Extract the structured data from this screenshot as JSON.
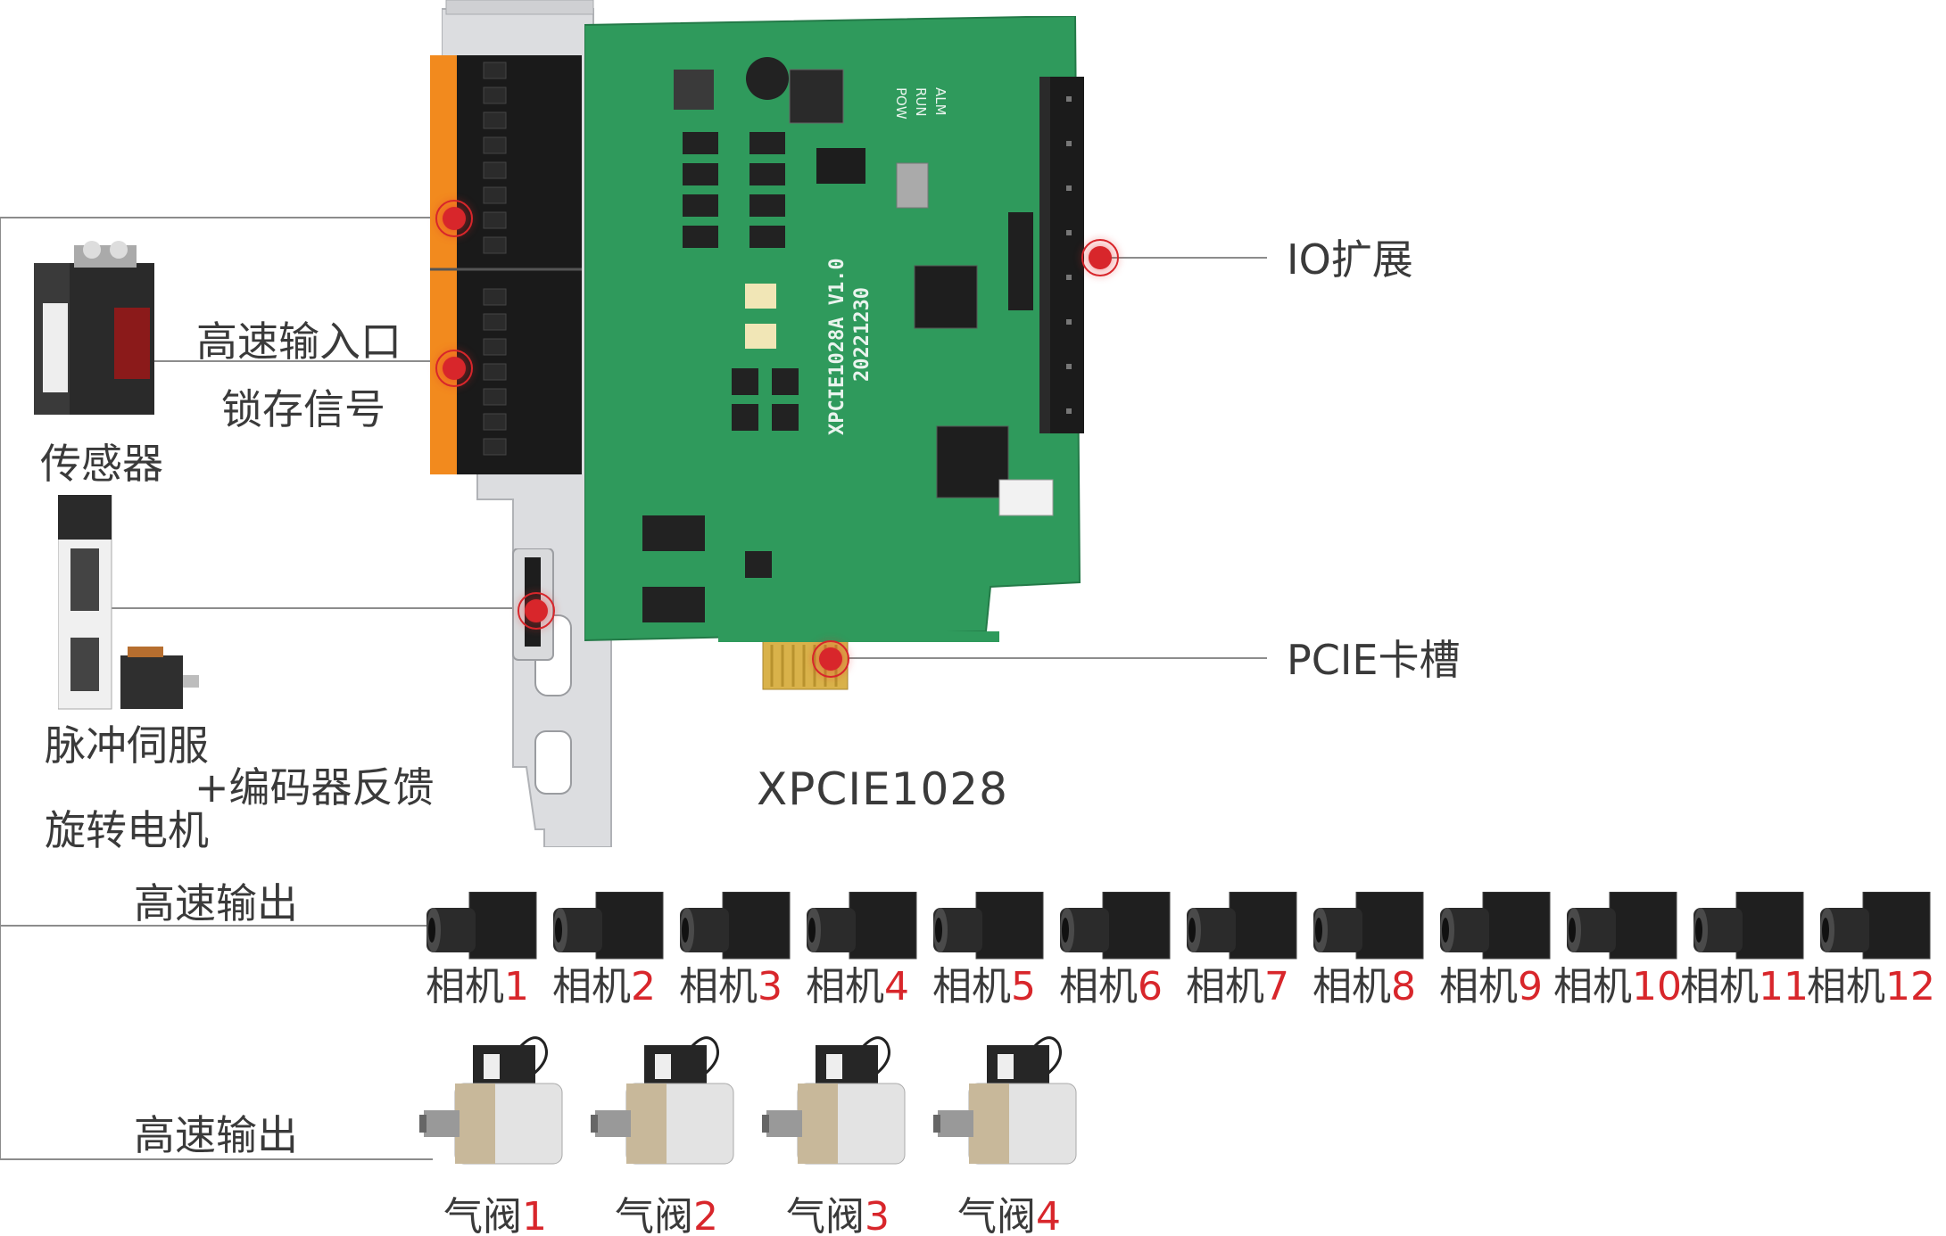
{
  "labels": {
    "high_speed_input": "高速输入口",
    "latch_signal": "锁存信号",
    "sensor": "传感器",
    "io_expansion": "IO扩展",
    "pcie_slot": "PCIE卡槽",
    "pulse_servo": "脉冲伺服",
    "encoder_feedback": "+编码器反馈",
    "rotary_motor": "旋转电机",
    "product_name": "XPCIE1028",
    "high_speed_output_1": "高速输出",
    "high_speed_output_2": "高速输出"
  },
  "board": {
    "silkscreen_model": "XPCIE1028A V1.0",
    "silkscreen_date": "20221230",
    "led_labels": [
      "POW",
      "RUN",
      "ALM"
    ]
  },
  "cameras": [
    {
      "name": "相机",
      "num": "1"
    },
    {
      "name": "相机",
      "num": "2"
    },
    {
      "name": "相机",
      "num": "3"
    },
    {
      "name": "相机",
      "num": "4"
    },
    {
      "name": "相机",
      "num": "5"
    },
    {
      "name": "相机",
      "num": "6"
    },
    {
      "name": "相机",
      "num": "7"
    },
    {
      "name": "相机",
      "num": "8"
    },
    {
      "name": "相机",
      "num": "9"
    },
    {
      "name": "相机",
      "num": "10"
    },
    {
      "name": "相机",
      "num": "11"
    },
    {
      "name": "相机",
      "num": "12"
    }
  ],
  "valves": [
    {
      "name": "气阀",
      "num": "1"
    },
    {
      "name": "气阀",
      "num": "2"
    },
    {
      "name": "气阀",
      "num": "3"
    },
    {
      "name": "气阀",
      "num": "4"
    }
  ],
  "colors": {
    "pcb_green": "#2f9a5c",
    "accent_red": "#d8262b",
    "wire_gray": "#8c8c8c",
    "terminal_orange": "#f28a1e"
  }
}
